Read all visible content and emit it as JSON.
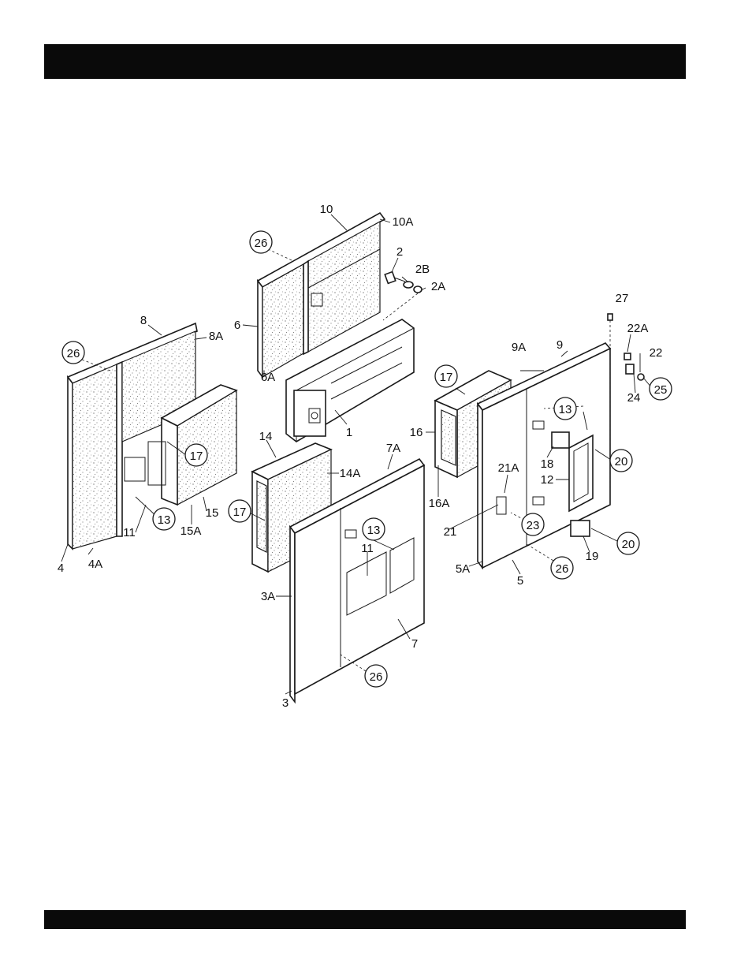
{
  "header_bar": {
    "color": "#0a0a0a"
  },
  "footer_bar": {
    "color": "#0a0a0a"
  },
  "callouts": {
    "p10": "10",
    "p10A": "10A",
    "p26a": "26",
    "p2": "2",
    "p2B": "2B",
    "p2A": "2A",
    "p6": "6",
    "p6A": "6A",
    "p1": "1",
    "p8": "8",
    "p8A": "8A",
    "p26b": "26",
    "p17a": "17",
    "p13a": "13",
    "p11a": "11",
    "p4": "4",
    "p4A": "4A",
    "p15A": "15A",
    "p15": "15",
    "p14": "14",
    "p14A": "14A",
    "p7A": "7A",
    "p17b": "17",
    "p13b": "13",
    "p11b": "11",
    "p3A": "3A",
    "p3": "3",
    "p7": "7",
    "p26c": "26",
    "p27": "27",
    "p22A": "22A",
    "p22": "22",
    "p24": "24",
    "p25": "25",
    "p9A": "9A",
    "p9": "9",
    "p17c": "17",
    "p16": "16",
    "p16A": "16A",
    "p13c": "13",
    "p18": "18",
    "p20a": "20",
    "p12": "12",
    "p21A": "21A",
    "p21": "21",
    "p23": "23",
    "p20b": "20",
    "p19": "19",
    "p5A": "5A",
    "p5": "5",
    "p26d": "26"
  }
}
